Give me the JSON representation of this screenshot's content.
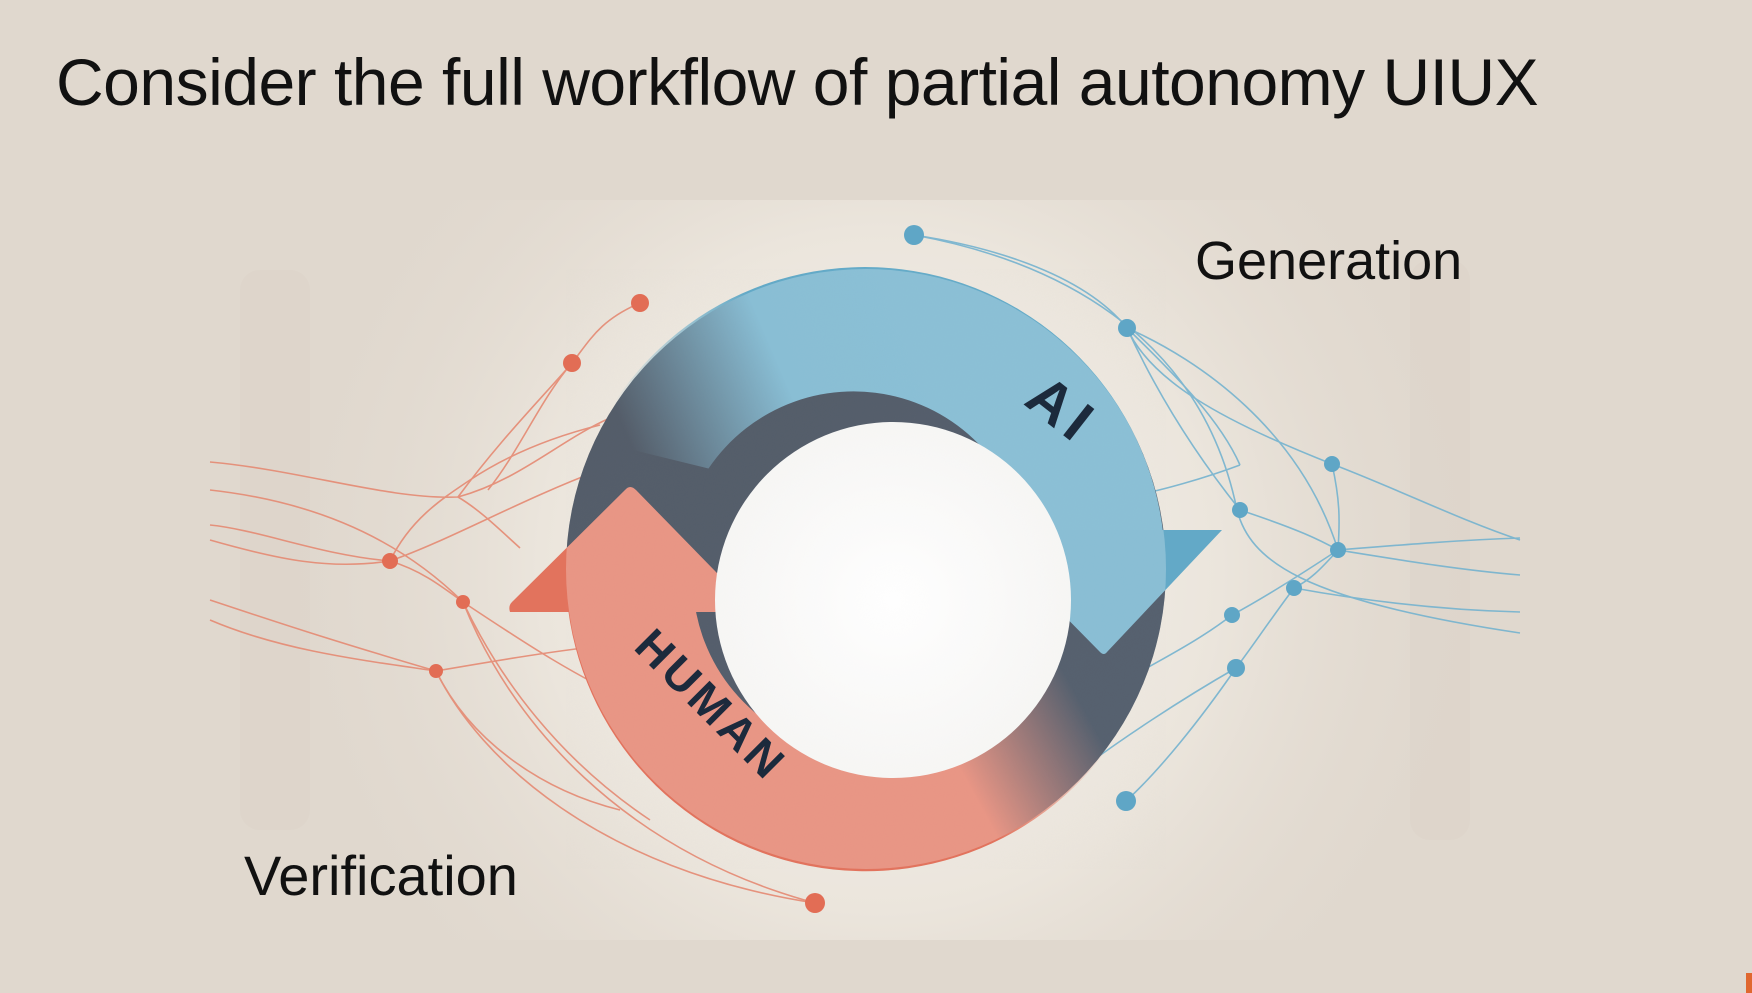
{
  "slide": {
    "title": "Consider the full workflow of partial autonomy UIUX"
  },
  "diagram": {
    "cycle": {
      "upper_arrow_label": "AI",
      "lower_arrow_label": "HUMAN"
    },
    "labels": {
      "generation": "Generation",
      "verification": "Verification"
    }
  },
  "colors": {
    "background": "#e0d8ce",
    "ai_blue": "#62a9c7",
    "human_orange": "#e2735d",
    "ring_dark": "#1c2a3c",
    "text": "#111111",
    "corner_accent": "#e0672f"
  }
}
